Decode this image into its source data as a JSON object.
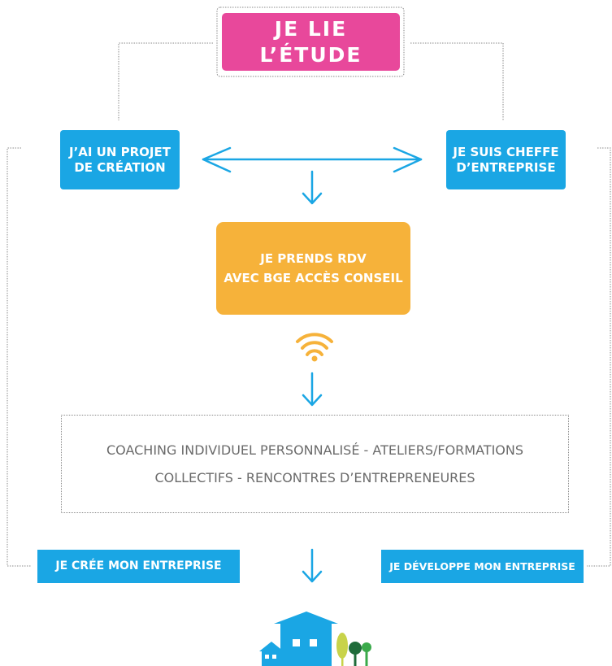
{
  "colors": {
    "pink": "#e8489b",
    "blue": "#1aa6e4",
    "orange": "#f6b23a",
    "gray_text": "#6b6b6b",
    "dotted": "#8a8a8a",
    "white": "#ffffff"
  },
  "top_box": {
    "label": "Je lie l’étude"
  },
  "left_box": {
    "line1": "J’ai un projet",
    "line2": "de création"
  },
  "right_box": {
    "line1": "Je suis cheffe",
    "line2": "d’entreprise"
  },
  "center_box": {
    "line1": "Je prends RDV",
    "line2": "avec BGE Accès Conseil"
  },
  "services_box": {
    "line1": "Coaching individuel personnalisé - Ateliers/formations",
    "line2": "collectifs - Rencontres d’entrepreneures"
  },
  "bottom_left": {
    "label": "Je crée mon entreprise"
  },
  "bottom_right": {
    "label": "Je développe mon entreprise"
  },
  "icons": [
    "double-arrow-icon",
    "arrow-down-icon",
    "wifi-icon",
    "buildings-trees-icon"
  ]
}
